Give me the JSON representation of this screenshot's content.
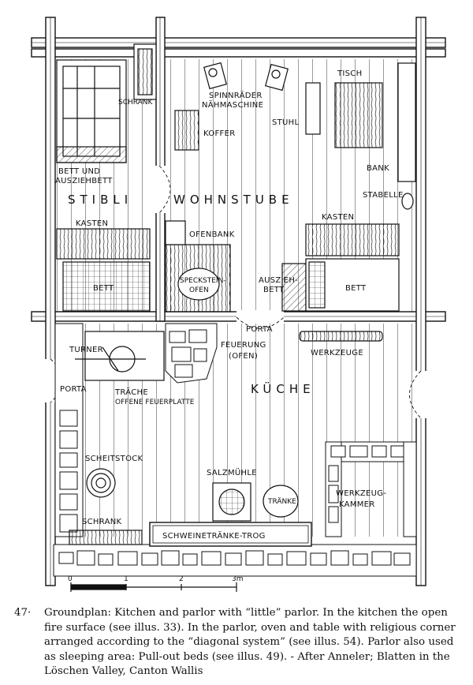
{
  "figure_number": "47·",
  "caption": "Groundplan: Kitchen and parlor with “little” parlor. In the kitchen the open fire surface (see illus. 33). In the parlor, oven and table with religious corner arranged according to the “diagonal system” (see illus. 54). Parlor also used as sleeping area: Pull-out beds (see illus. 49). - After Anneler; Blatten in the Löschen Valley, Canton Wallis",
  "labels": {
    "schrank_top": "SCHRANK",
    "spinnraeder": "SPINNRÄDER",
    "naehmaschine": "NÄHMASCHINE",
    "tisch": "TISCH",
    "stuhl": "STUHL",
    "koffer": "KOFFER",
    "bett_und": "BETT UND",
    "ausziehbett": "AUSZIEHBETT",
    "bank": "BANK",
    "stibli": "STIBLI",
    "wohnstube": "WOHNSTUBE",
    "stabelle": "STABELLE",
    "kasten_left": "KASTEN",
    "kasten_right": "KASTEN",
    "ofenbank": "OFENBANK",
    "bett_left": "BETT",
    "speckstein": "SPECKSTEIN-",
    "ofen": "OFEN",
    "auszieh": "AUSZIEH-",
    "bett_pullout": "BETT",
    "bett_right": "BETT",
    "porta_center": "PORTA",
    "turner": "TURNER",
    "feuerung": "FEUERUNG",
    "ofen_paren": "(OFEN)",
    "werkzeuge": "WERKZEUGE",
    "porta_left": "PORTA",
    "traeche": "TRÄCHE",
    "offene_feuerplatte": "OFFENE FEUERPLATTE",
    "kueche": "KÜCHE",
    "scheitstock": "SCHEITSTOCK",
    "salzmuehle": "SALZMÜHLE",
    "traenke": "TRÄNKE",
    "werkzeug": "WERKZEUG-",
    "kammer": "KAMMER",
    "schrank_bottom": "SCHRANK",
    "schweinetraenke_trog": "SCHWEINETRÄNKE-TROG"
  },
  "scale": {
    "ticks": [
      "0",
      "1",
      "2",
      "3m"
    ]
  }
}
